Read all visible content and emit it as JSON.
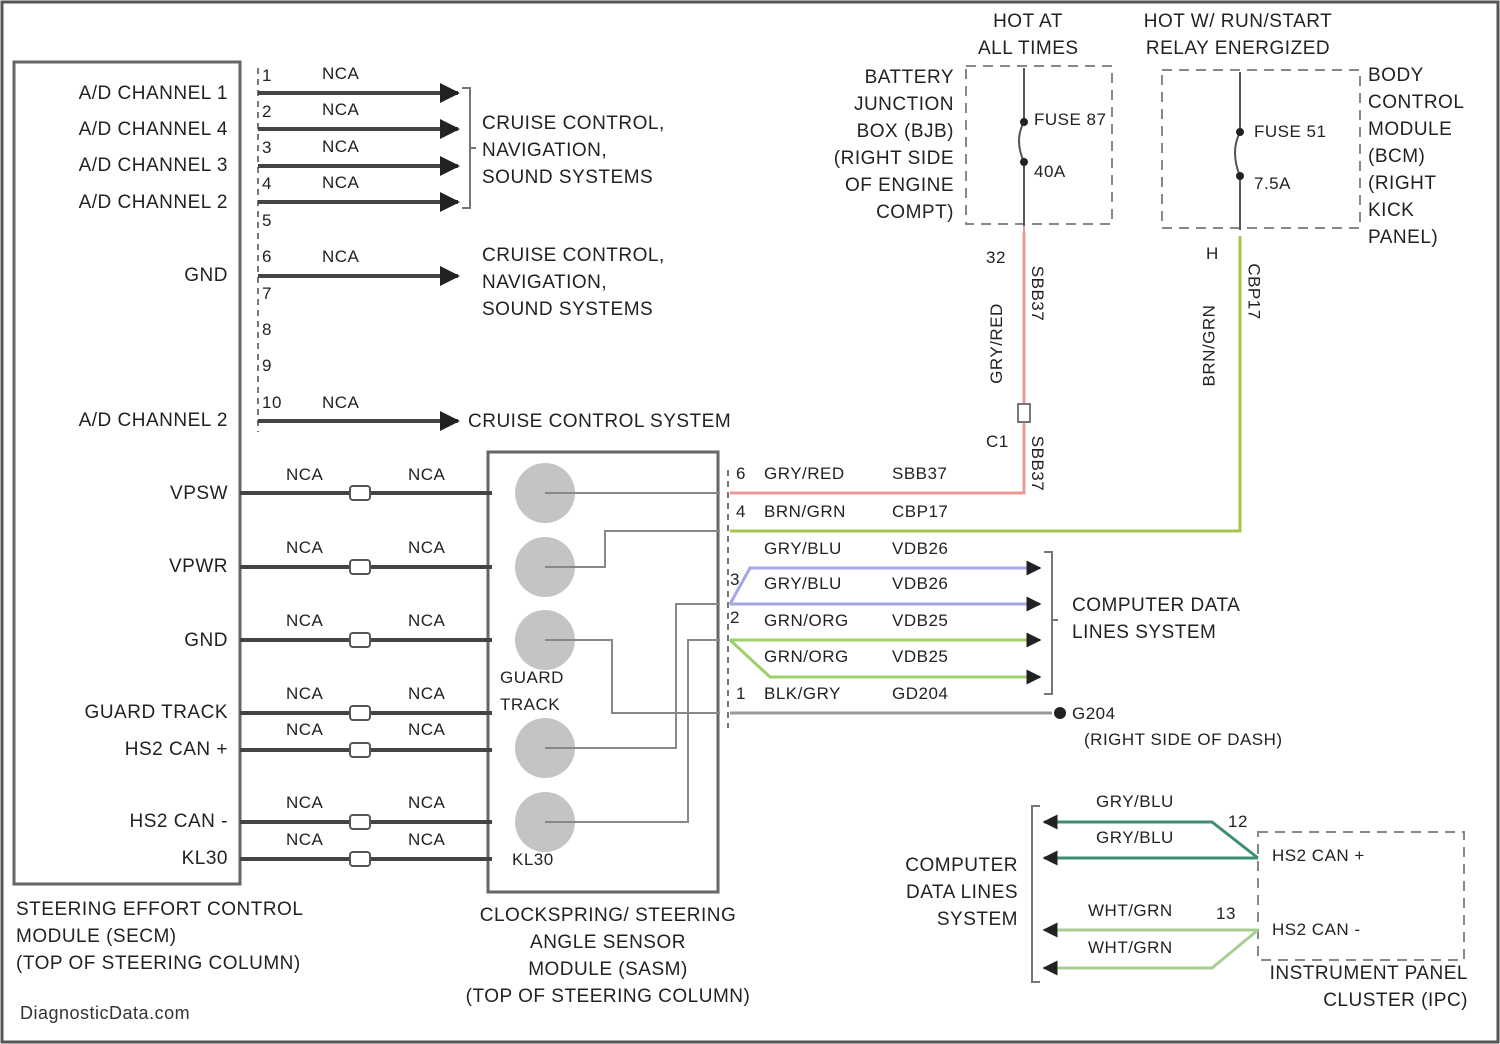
{
  "secm": {
    "channels": [
      "A/D CHANNEL 1",
      "A/D CHANNEL 4",
      "A/D CHANNEL 3",
      "A/D CHANNEL 2"
    ],
    "gnd_top": "GND",
    "channel_10": "A/D CHANNEL 2",
    "lower_pins": [
      "VPSW",
      "VPWR",
      "GND",
      "GUARD TRACK",
      "HS2 CAN +",
      "HS2 CAN -",
      "KL30"
    ],
    "title": [
      "STEERING EFFORT CONTROL",
      "MODULE (SECM)",
      "(TOP OF STEERING COLUMN)"
    ]
  },
  "secm_pins": [
    "1",
    "2",
    "3",
    "4",
    "5",
    "6",
    "7",
    "8",
    "9",
    "10"
  ],
  "wire_nca": "NCA",
  "cruise_group_1": [
    "CRUISE CONTROL,",
    "NAVIGATION,",
    "SOUND SYSTEMS"
  ],
  "cruise_group_2": [
    "CRUISE CONTROL,",
    "NAVIGATION,",
    "SOUND SYSTEMS"
  ],
  "cruise_single": "CRUISE CONTROL SYSTEM",
  "sasm": {
    "guard_track": [
      "GUARD",
      "TRACK"
    ],
    "kl30": "KL30",
    "title": [
      "CLOCKSPRING/ STEERING",
      "ANGLE SENSOR",
      "MODULE (SASM)",
      "(TOP OF STEERING COLUMN)"
    ]
  },
  "sasm_wires": [
    {
      "pin": "6",
      "color": "GRY/RED",
      "circuit": "SBB37"
    },
    {
      "pin": "4",
      "color": "BRN/GRN",
      "circuit": "CBP17"
    },
    {
      "pin": "",
      "color": "GRY/BLU",
      "circuit": "VDB26"
    },
    {
      "pin": "3",
      "color": "GRY/BLU",
      "circuit": "VDB26"
    },
    {
      "pin": "2",
      "color": "GRN/ORG",
      "circuit": "VDB25"
    },
    {
      "pin": "",
      "color": "GRN/ORG",
      "circuit": "VDB25"
    },
    {
      "pin": "1",
      "color": "BLK/GRY",
      "circuit": "GD204"
    }
  ],
  "data_lines": [
    "COMPUTER DATA",
    "LINES SYSTEM"
  ],
  "ground": {
    "name": "G204",
    "location": "(RIGHT SIDE OF DASH)"
  },
  "bjb": {
    "header": [
      "HOT AT",
      "ALL TIMES"
    ],
    "label": [
      "BATTERY",
      "JUNCTION",
      "BOX (BJB)",
      "(RIGHT SIDE",
      "OF ENGINE",
      "COMPT)"
    ],
    "fuse": "FUSE 87",
    "rating": "40A",
    "conn_top": "32",
    "conn_bot": "C1",
    "wire": "GRY/RED",
    "circuit_top": "SBB37",
    "circuit_bot": "SBB37"
  },
  "bcm": {
    "header": [
      "HOT W/ RUN/START",
      "RELAY ENERGIZED"
    ],
    "label": [
      "BODY",
      "CONTROL",
      "MODULE",
      "(BCM)",
      "(RIGHT",
      "KICK",
      "PANEL)"
    ],
    "fuse": "FUSE 51",
    "rating": "7.5A",
    "conn": "H",
    "wire": "BRN/GRN",
    "circuit": "CBP17"
  },
  "ipc": {
    "data_lines": [
      "COMPUTER",
      "DATA LINES",
      "SYSTEM"
    ],
    "wires": [
      {
        "color": "GRY/BLU",
        "pin": "12"
      },
      {
        "color": "GRY/BLU",
        "pin": ""
      },
      {
        "color": "WHT/GRN",
        "pin": "13"
      },
      {
        "color": "WHT/GRN",
        "pin": ""
      }
    ],
    "pins": [
      "HS2 CAN +",
      "HS2 CAN -"
    ],
    "title": [
      "INSTRUMENT PANEL",
      "CLUSTER (IPC)"
    ]
  },
  "watermark": "DiagnosticData.com",
  "colors": {
    "wire": "#444444",
    "red": "#e89090",
    "green": "#9fc24a",
    "blue": "#9a9ae6",
    "dark_green": "#3f8f6f",
    "light_green": "#a8cf90",
    "circle": "#bdbdbd"
  }
}
